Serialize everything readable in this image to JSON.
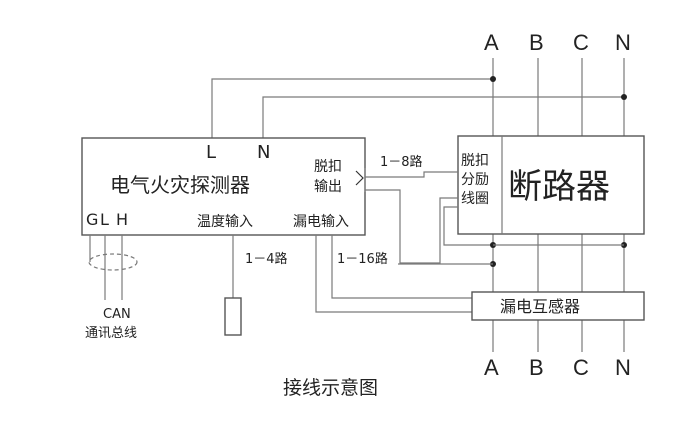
{
  "phases_top": [
    "A",
    "B",
    "C",
    "N"
  ],
  "phases_bottom": [
    "A",
    "B",
    "C",
    "N"
  ],
  "detector": {
    "title": "电气火灾探测器",
    "L": "L",
    "N": "N",
    "trip_line1": "脱扣",
    "trip_line2": "输出",
    "gl": "G",
    "l": "L",
    "h": "H",
    "temp_input": "温度输入",
    "leak_input": "漏电输入"
  },
  "breaker": {
    "coil_line1": "脱扣",
    "coil_line2": "分励",
    "coil_line3": "线圈",
    "title": "断路器"
  },
  "labels": {
    "route_1_8": "1－8路",
    "route_1_4": "1－4路",
    "route_1_16": "1－16路",
    "can": "CAN",
    "bus": "通讯总线"
  },
  "transformer": "漏电互感器",
  "caption": "接线示意图"
}
